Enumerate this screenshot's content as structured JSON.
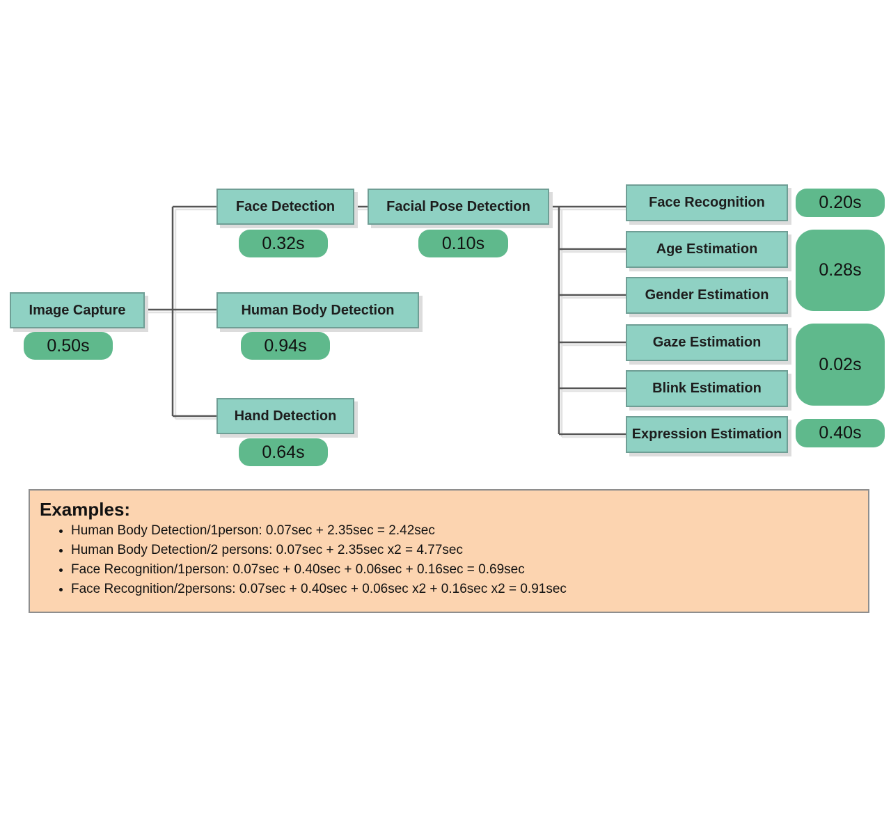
{
  "diagram": {
    "nodes": {
      "image_capture": "Image Capture",
      "face_detection": "Face Detection",
      "human_body_detection": "Human Body Detection",
      "hand_detection": "Hand Detection",
      "facial_pose_detection": "Facial Pose Detection",
      "face_recognition": "Face Recognition",
      "age_estimation": "Age Estimation",
      "gender_estimation": "Gender Estimation",
      "gaze_estimation": "Gaze Estimation",
      "blink_estimation": "Blink Estimation",
      "expression_estimation": "Expression Estimation"
    },
    "times": {
      "image_capture": "0.50s",
      "face_detection": "0.32s",
      "human_body_detection": "0.94s",
      "hand_detection": "0.64s",
      "facial_pose_detection": "0.10s",
      "face_recognition": "0.20s",
      "age_gender_estimation": "0.28s",
      "gaze_blink_estimation": "0.02s",
      "expression_estimation": "0.40s"
    },
    "colors": {
      "node_fill": "#8fd1c3",
      "node_border": "#6f9e95",
      "time_fill": "#5fb98c",
      "connector": "#555555",
      "examples_fill": "#fcd4b0"
    }
  },
  "examples": {
    "title": "Examples:",
    "items": [
      "Human Body Detection/1person: 0.07sec + 2.35sec = 2.42sec",
      "Human Body Detection/2 persons: 0.07sec + 2.35sec x2 = 4.77sec",
      "Face Recognition/1person: 0.07sec + 0.40sec + 0.06sec + 0.16sec = 0.69sec",
      "Face Recognition/2persons: 0.07sec + 0.40sec + 0.06sec x2 + 0.16sec x2 = 0.91sec"
    ]
  }
}
